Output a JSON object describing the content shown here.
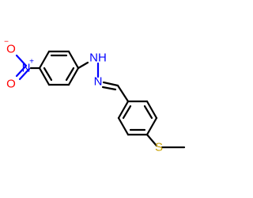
{
  "molecule": {
    "colors": {
      "carbon_bond": "#000000",
      "nitrogen": "#0000ff",
      "oxygen": "#ff0000",
      "sulfur": "#c8a000"
    },
    "labels": {
      "nitro_oxygen_top": "O",
      "nitro_oxygen_top_charge": "−",
      "nitro_nitrogen": "N",
      "nitro_nitrogen_charge": "+",
      "nitro_oxygen_bottom": "O",
      "hydrazone_nh": "NH",
      "hydrazone_n": "N",
      "thioether_s": "S"
    }
  }
}
